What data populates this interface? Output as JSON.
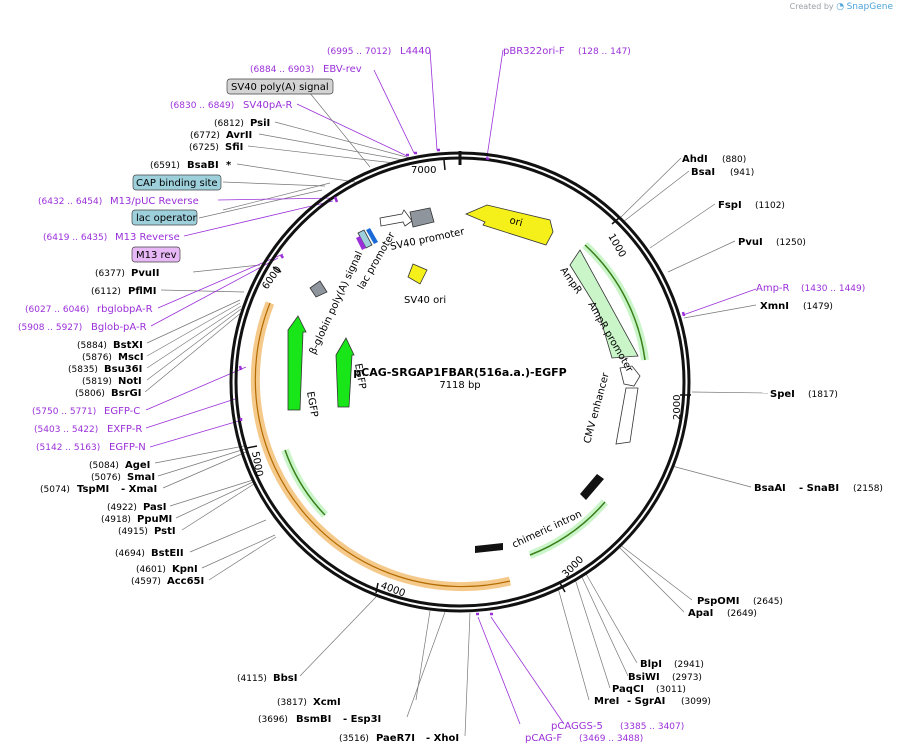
{
  "credit": {
    "prefix": "Created by",
    "brand": "SnapGene"
  },
  "plasmid": {
    "name": "pCAG-SRGAP1FBAR(516a.a.)-EGFP",
    "length_label": "7118 bp"
  },
  "ticks": [
    "1000",
    "2000",
    "3000",
    "4000",
    "5000",
    "6000",
    "7000"
  ],
  "features": {
    "ori": "ori",
    "ampr": "AmpR",
    "ampr_promoter": "AmpR promoter",
    "cmv_enhancer": "CMV enhancer",
    "chimeric_intron": "chimeric intron",
    "egfp_a": "EGFP",
    "egfp_b": "EGFP",
    "bglobin": "β-globin poly(A) signal",
    "sv40_promoter": "SV40 promoter",
    "lac_promoter": "lac promoter",
    "sv40_ori": "SV40 ori"
  },
  "boxed_labels": {
    "sv40_polya": "SV40 poly(A) signal",
    "cap_site": "CAP binding site",
    "lac_operator": "lac operator",
    "m13_rev": "M13 rev"
  },
  "colors": {
    "backbone": "#111111",
    "ori": "#f5ef1a",
    "egfp": "#19e619",
    "ampr": "#c9f5c9",
    "orf": "#f4c98a",
    "primer": "#9b30d9",
    "promoter": "#ffffff",
    "misc": "#8e959c",
    "box_grey": "#d3d3d3",
    "box_blue": "#9ed0dc",
    "box_purple": "#e8b7f5"
  },
  "sites_right": [
    {
      "name": "AhdI",
      "pos": "(880)"
    },
    {
      "name": "BsaI",
      "pos": "(941)"
    },
    {
      "name": "FspI",
      "pos": "(1102)"
    },
    {
      "name": "PvuI",
      "pos": "(1250)"
    },
    {
      "name": "XmnI",
      "pos": "(1479)"
    },
    {
      "name": "SpeI",
      "pos": "(1817)"
    },
    {
      "name": "BsaAI",
      "mid": "- SnaBI",
      "pos": "(2158)"
    },
    {
      "name": "PspOMI",
      "pos": "(2645)"
    },
    {
      "name": "ApaI",
      "pos": "(2649)"
    }
  ],
  "sites_bottom": [
    {
      "name": "BlpI",
      "pos": "(2941)"
    },
    {
      "name": "BsiWI",
      "pos": "(2973)"
    },
    {
      "name": "PaqCI",
      "pos": "(3011)"
    },
    {
      "name": "MreI",
      "mid": "- SgrAI",
      "pos": "(3099)"
    },
    {
      "name": "BbsI",
      "pos": "(4115)"
    },
    {
      "name": "XcmI",
      "pos": "(3817)"
    },
    {
      "name": "BsmBI",
      "mid": "- Esp3I",
      "pos": "(3696)"
    },
    {
      "name": "PaeR7I",
      "mid": "- XhoI",
      "pos": "(3516)"
    }
  ],
  "sites_left": [
    {
      "name": "PsiI",
      "pos": "(6812)"
    },
    {
      "name": "AvrII",
      "pos": "(6772)"
    },
    {
      "name": "SfiI",
      "pos": "(6725)"
    },
    {
      "name": "BsaBI",
      "mid": "*",
      "pos": "(6591)"
    },
    {
      "name": "PvuII",
      "pos": "(6377)"
    },
    {
      "name": "PflMI",
      "pos": "(6112)"
    },
    {
      "name": "BstXI",
      "pos": "(5884)"
    },
    {
      "name": "MscI",
      "pos": "(5876)"
    },
    {
      "name": "Bsu36I",
      "pos": "(5835)"
    },
    {
      "name": "NotI",
      "pos": "(5819)"
    },
    {
      "name": "BsrGI",
      "pos": "(5806)"
    },
    {
      "name": "AgeI",
      "pos": "(5084)"
    },
    {
      "name": "SmaI",
      "pos": "(5076)"
    },
    {
      "name": "TspMI",
      "mid": "- XmaI",
      "pos": "(5074)"
    },
    {
      "name": "PasI",
      "pos": "(4922)"
    },
    {
      "name": "PpuMI",
      "pos": "(4918)"
    },
    {
      "name": "PstI",
      "pos": "(4915)"
    },
    {
      "name": "BstEII",
      "pos": "(4694)"
    },
    {
      "name": "KpnI",
      "pos": "(4601)"
    },
    {
      "name": "Acc65I",
      "pos": "(4597)"
    }
  ],
  "primers": [
    {
      "name": "L4440",
      "range": "(6995 .. 7012)"
    },
    {
      "name": "pBR322ori-F",
      "range": "(128 .. 147)"
    },
    {
      "name": "EBV-rev",
      "range": "(6884 .. 6903)"
    },
    {
      "name": "SV40pA-R",
      "range": "(6830 .. 6849)"
    },
    {
      "name": "M13/pUC Reverse",
      "range": "(6432 .. 6454)"
    },
    {
      "name": "M13 Reverse",
      "range": "(6419 .. 6435)"
    },
    {
      "name": "rbglobpA-R",
      "range": "(6027 .. 6046)"
    },
    {
      "name": "Bglob-pA-R",
      "range": "(5908 .. 5927)"
    },
    {
      "name": "EGFP-C",
      "range": "(5750 .. 5771)"
    },
    {
      "name": "EXFP-R",
      "range": "(5403 .. 5422)"
    },
    {
      "name": "EGFP-N",
      "range": "(5142 .. 5163)"
    },
    {
      "name": "Amp-R",
      "range": "(1430 .. 1449)"
    },
    {
      "name": "pCAGGS-5",
      "range": "(3385 .. 3407)"
    },
    {
      "name": "pCAG-F",
      "range": "(3469 .. 3488)"
    }
  ]
}
